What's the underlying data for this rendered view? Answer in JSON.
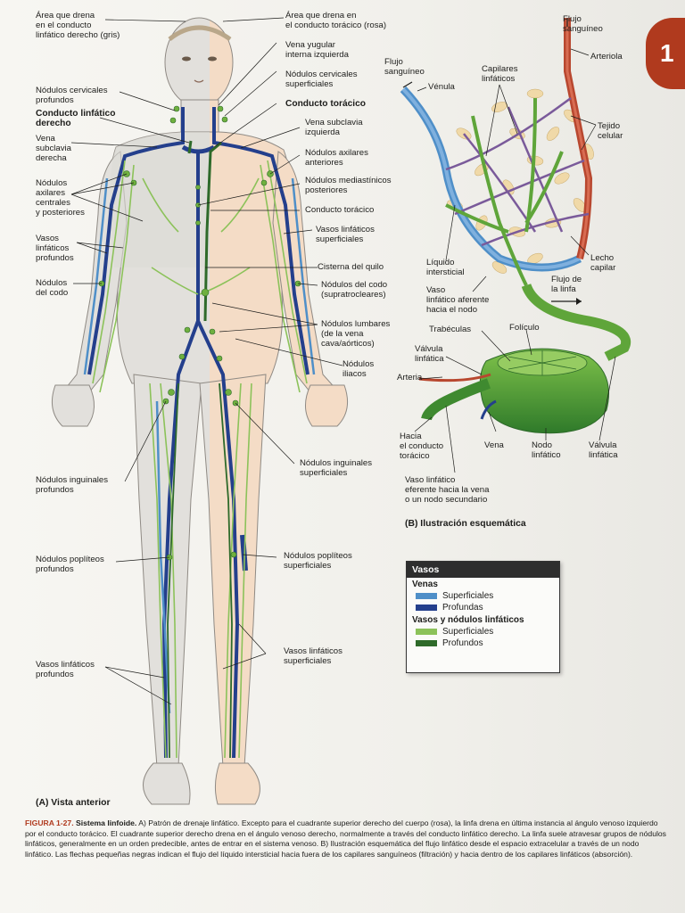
{
  "chapter_tab": "1",
  "labels_left": [
    {
      "text": "Área que drena\nen el conducto\nlinfático derecho (gris)",
      "bold": false
    },
    {
      "text": "Nódulos cervicales\nprofundos",
      "bold": false
    },
    {
      "text": "Conducto linfático\nderecho",
      "bold": true
    },
    {
      "text": "Vena\nsubclavia\nderecha",
      "bold": false
    },
    {
      "text": "Nódulos\naxilares\ncentrales\ny posteriores",
      "bold": false
    },
    {
      "text": "Vasos\nlinfáticos\nprofundos",
      "bold": false
    },
    {
      "text": "Nódulos\ndel codo",
      "bold": false
    },
    {
      "text": "Nódulos inguinales\nprofundos",
      "bold": false
    },
    {
      "text": "Nódulos poplíteos\nprofundos",
      "bold": false
    },
    {
      "text": "Vasos linfáticos\nprofundos",
      "bold": false
    }
  ],
  "labels_right": [
    {
      "text": "Área que drena en\nel conducto torácico (rosa)",
      "bold": false
    },
    {
      "text": "Vena yugular\ninterna izquierda",
      "bold": false
    },
    {
      "text": "Nódulos cervicales\nsuperficiales",
      "bold": false
    },
    {
      "text": "Conducto torácico",
      "bold": true
    },
    {
      "text": "Vena subclavia\nizquierda",
      "bold": false
    },
    {
      "text": "Nódulos axilares\nanteriores",
      "bold": false
    },
    {
      "text": "Nódulos mediastínicos\nposteriores",
      "bold": false
    },
    {
      "text": "Conducto torácico",
      "bold": false
    },
    {
      "text": "Vasos linfáticos\nsuperficiales",
      "bold": false
    },
    {
      "text": "Cisterna del quilo",
      "bold": false
    },
    {
      "text": "Nódulos del codo\n(supratrocleares)",
      "bold": false
    },
    {
      "text": "Nódulos lumbares\n(de la vena\ncava/aórticos)",
      "bold": false
    },
    {
      "text": "Nódulos\niliacos",
      "bold": false
    },
    {
      "text": "Nódulos inguinales\nsuperficiales",
      "bold": false
    },
    {
      "text": "Nódulos poplíteos\nsuperficiales",
      "bold": false
    },
    {
      "text": "Vasos linfáticos\nsuperficiales",
      "bold": false
    }
  ],
  "labels_b": [
    {
      "text": "Flujo\nsanguíneo"
    },
    {
      "text": "Arteriola"
    },
    {
      "text": "Flujo\nsanguíneo"
    },
    {
      "text": "Vénula"
    },
    {
      "text": "Capilares\nlinfáticos"
    },
    {
      "text": "Tejido\ncelular"
    },
    {
      "text": "Lecho\ncapilar"
    },
    {
      "text": "Líquido\nintersticial"
    },
    {
      "text": "Flujo de\nla linfa"
    },
    {
      "text": "Vaso\nlinfático aferente\nhacia el nodo"
    },
    {
      "text": "Trabéculas"
    },
    {
      "text": "Folículo"
    },
    {
      "text": "Válvula\nlinfática"
    },
    {
      "text": "Arteria"
    },
    {
      "text": "Hacia\nel conducto\ntorácico"
    },
    {
      "text": "Vena"
    },
    {
      "text": "Nodo\nlinfático"
    },
    {
      "text": "Válvula\nlinfática"
    },
    {
      "text": "Vaso linfático\neferente hacia la vena\no un nodo secundario"
    }
  ],
  "subtitle_a": "(A)  Vista anterior",
  "subtitle_b": "(B)  Ilustración esquemática",
  "legend": {
    "title": "Vasos",
    "veins_title": "Venas",
    "veins": [
      {
        "label": "Superficiales",
        "color": "#4f8fc8"
      },
      {
        "label": "Profundas",
        "color": "#243f8c"
      }
    ],
    "lymph_title": "Vasos y nódulos linfáticos",
    "lymph": [
      {
        "label": "Superficiales",
        "color": "#8cc25a"
      },
      {
        "label": "Profundos",
        "color": "#2e6a2a"
      }
    ]
  },
  "caption": {
    "figure": "FIGURA 1-27.",
    "title": "Sistema linfoide.",
    "text": " A) Patrón de drenaje linfático. Excepto para el cuadrante superior derecho del cuerpo (rosa), la linfa drena en última instancia al ángulo venoso izquierdo por el conducto torácico. El cuadrante superior derecho drena en el ángulo venoso derecho, normalmente a través del conducto linfático derecho. La linfa suele atravesar grupos de nódulos linfáticos, generalmente en un orden predecible, antes de entrar en el sistema venoso. B) Ilustración esquemática del flujo linfático desde el espacio extracelular a través de un nodo linfático. Las flechas pequeñas negras indican el flujo del líquido intersticial hacia fuera de los capilares sanguíneos (filtración) y hacia dentro de los capilares linfáticos (absorción)."
  },
  "colors": {
    "accent": "#b03a1e",
    "vein_superficial": "#4f8fc8",
    "vein_deep": "#243f8c",
    "lymph_superficial": "#8cc25a",
    "lymph_deep": "#2e6a2a",
    "artery": "#b8472f",
    "skin_left": "#e2e0dc",
    "skin_right": "#f4dcc6"
  }
}
